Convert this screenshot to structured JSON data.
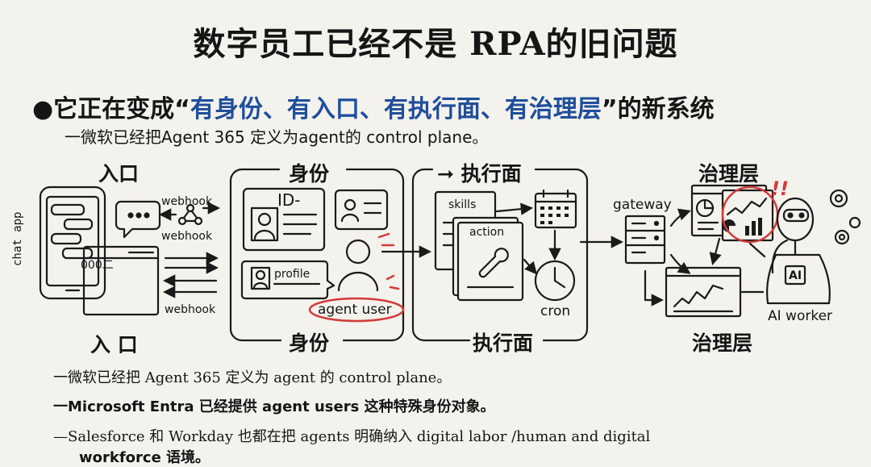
{
  "title": "数字员工已经不是 RPA的旧问题",
  "bullet": {
    "marker": "●",
    "prefix": "它正在变成“",
    "highlight": "有身份、有入口、有执行面、有治理层",
    "suffix": "”的新系统"
  },
  "subline": "一微软已经把Agent 365 定义为agent的 control plane。",
  "diagram": {
    "entry_top": "入口",
    "entry_bottom": "入 口",
    "identity_top": "身份",
    "identity_bottom": "身份",
    "exec_top": "➞ 执行面",
    "exec_bottom": "执行面",
    "gov_top": "治理层",
    "gov_bottom": "治理层",
    "chat_app": "chat app",
    "webhook_1": "webhook",
    "webhook_2": "webhook",
    "webhook_3": "webhook",
    "screen_code": "000二",
    "id_card": "ID-",
    "profile": "profile",
    "agent_user": "agent user",
    "skills": "skills",
    "action": "action",
    "cron": "cron",
    "gateway": "gateway",
    "ai_badge": "AI",
    "ai_worker": "AI worker",
    "alert": "!!"
  },
  "footer": {
    "line1": "一微软已经把 Agent 365 定义为 agent 的 control plane。",
    "line2": "一Microsoft  Entra 已经提供 agent users 这种特殊身份对象。",
    "line3": "—Salesforce 和 Workday 也都在把 agents 明确纳入 digital labor /human and digital",
    "line4": "workforce 语境。"
  },
  "colors": {
    "highlight": "#1f4e9c",
    "alert_red": "#d23a3a",
    "ink": "#151515"
  }
}
